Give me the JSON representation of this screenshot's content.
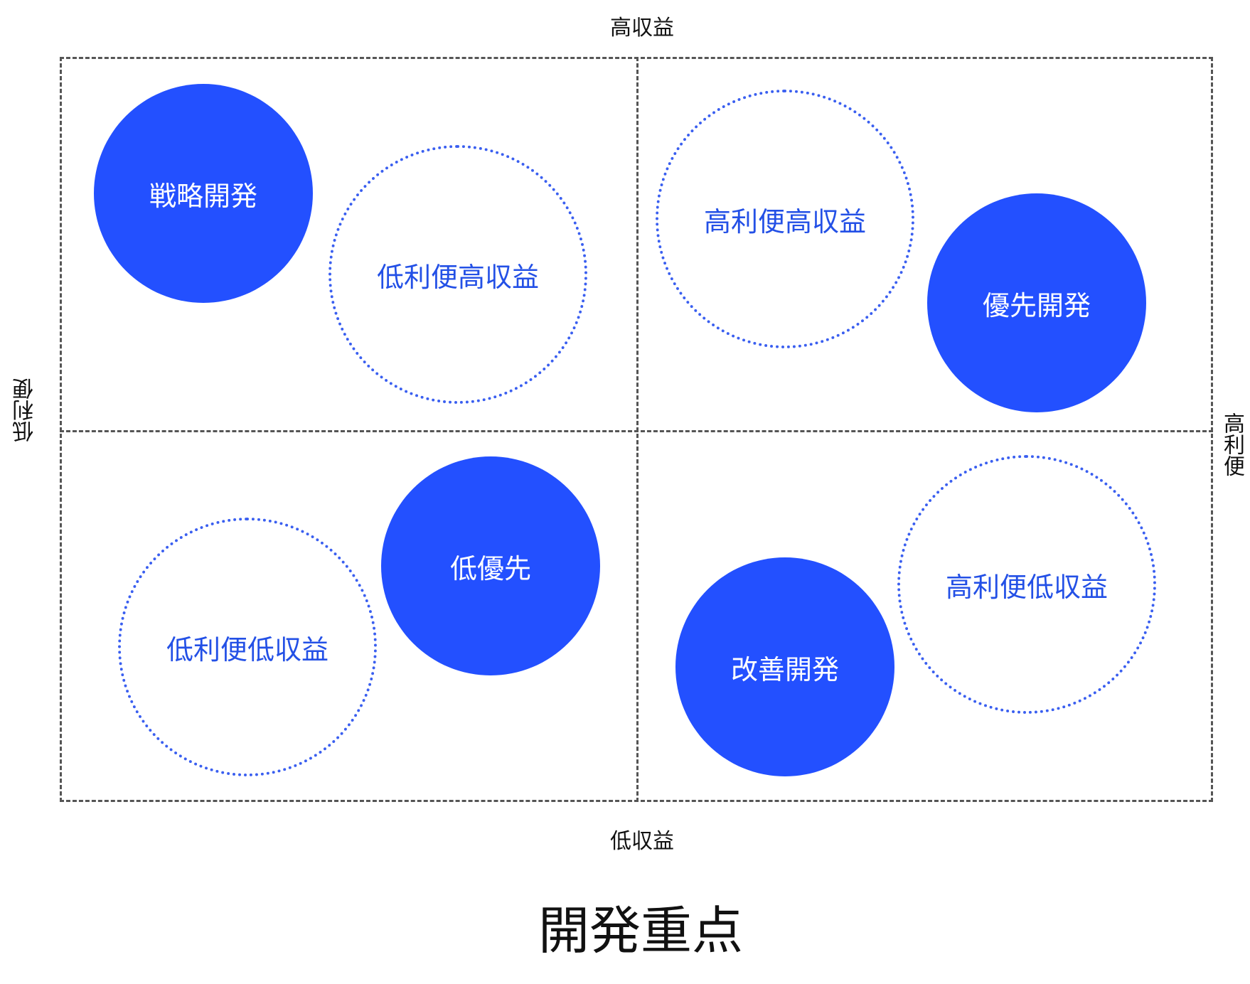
{
  "title": "開発重点",
  "axes": {
    "top": "高収益",
    "bottom": "低収益",
    "left": "低利便",
    "right": "高利便"
  },
  "quadrants": {
    "top_left": {
      "filled": "戦略開発",
      "outline": "低利便高収益"
    },
    "top_right": {
      "outline": "高利便高収益",
      "filled": "優先開発"
    },
    "bottom_left": {
      "outline": "低利便低収益",
      "filled": "低優先"
    },
    "bottom_right": {
      "filled": "改善開発",
      "outline": "高利便低収益"
    }
  },
  "colors": {
    "filled": "#2350ff",
    "outline": "#3a5ff0",
    "divider": "#555555"
  }
}
